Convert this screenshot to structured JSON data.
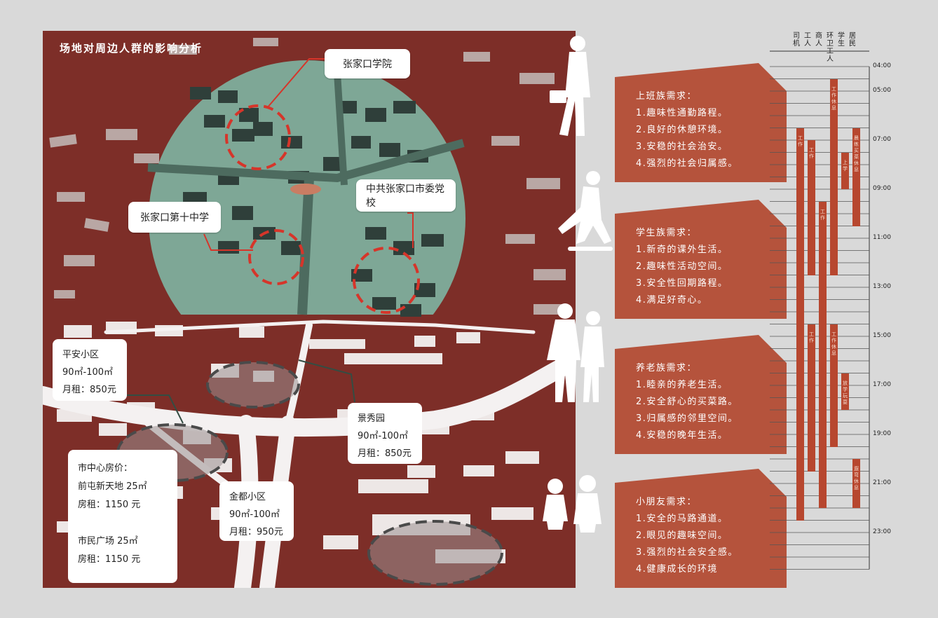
{
  "map": {
    "title": "场地对周边人群的影响分析",
    "labels": {
      "college": "张家口学院",
      "party_school": "中共张家口市委党校",
      "middle_school": "张家口第十中学"
    },
    "ping_an": {
      "name": "平安小区",
      "area": "90㎡-100㎡",
      "rent": "月租：850元"
    },
    "jing_xiu": {
      "name": "景秀园",
      "area": "90㎡-100㎡",
      "rent": "月租：850元"
    },
    "jin_du": {
      "name": "金都小区",
      "area": "90㎡-100㎡",
      "rent": "月租：950元"
    },
    "city_center": {
      "title": "市中心房价：",
      "item1_name": "前屯新天地 25㎡",
      "item1_rent": "房租：1150 元",
      "item2_name": "市民广场    25㎡",
      "item2_rent": "房租：1150 元"
    }
  },
  "panels": [
    {
      "title": "上班族需求：",
      "items": [
        "1.趣味性通勤路程。",
        "2.良好的休憩环境。",
        "3.安稳的社会治安。",
        "4.强烈的社会归属感。"
      ]
    },
    {
      "title": "学生族需求：",
      "items": [
        "1.新奇的课外生活。",
        "2.趣味性活动空间。",
        "3.安全性回期路程。",
        "4.满足好奇心。"
      ]
    },
    {
      "title": "养老族需求：",
      "items": [
        "1.睦亲的养老生活。",
        "2.安全舒心的买菜路。",
        "3.归属感的邻里空间。",
        "4.安稳的晚年生活。"
      ]
    },
    {
      "title": "小朋友需求：",
      "items": [
        "1.安全的马路通道。",
        "2.眼见的趣味空间。",
        "3.强烈的社会安全感。",
        "4.健康成长的环境"
      ]
    }
  ],
  "timeline": {
    "columns": [
      "司机",
      "工人",
      "商人",
      "环卫工人",
      "学生",
      "居民"
    ],
    "hours": [
      "04:00",
      "05:00",
      "07:00",
      "09:00",
      "11:00",
      "13:00",
      "15:00",
      "17:00",
      "19:00",
      "21:00",
      "23:00"
    ],
    "bars": [
      {
        "col": 0,
        "start": 6.5,
        "end": 22.5,
        "label": "工作"
      },
      {
        "col": 1,
        "start": 7.0,
        "end": 12.5,
        "label": "工作"
      },
      {
        "col": 1,
        "start": 14.5,
        "end": 20.5,
        "label": "工作"
      },
      {
        "col": 2,
        "start": 9.5,
        "end": 22.0,
        "label": "工作"
      },
      {
        "col": 3,
        "start": 4.5,
        "end": 12.5,
        "label": "工作 休息"
      },
      {
        "col": 3,
        "start": 14.5,
        "end": 19.5,
        "label": "工作 休息"
      },
      {
        "col": 4,
        "start": 7.5,
        "end": 9.0,
        "label": "上学"
      },
      {
        "col": 4,
        "start": 16.5,
        "end": 18.0,
        "label": "放学 玩耍"
      },
      {
        "col": 5,
        "start": 6.5,
        "end": 10.5,
        "label": "晨练 买菜 休息"
      },
      {
        "col": 5,
        "start": 20.0,
        "end": 22.0,
        "label": "遛弯 休息"
      }
    ]
  },
  "colors": {
    "map_bg": "#7d2e28",
    "panel": "#b5533c",
    "bar": "#b7472f",
    "green_zone": "#7ea796",
    "frame": "#d9d9d9"
  }
}
